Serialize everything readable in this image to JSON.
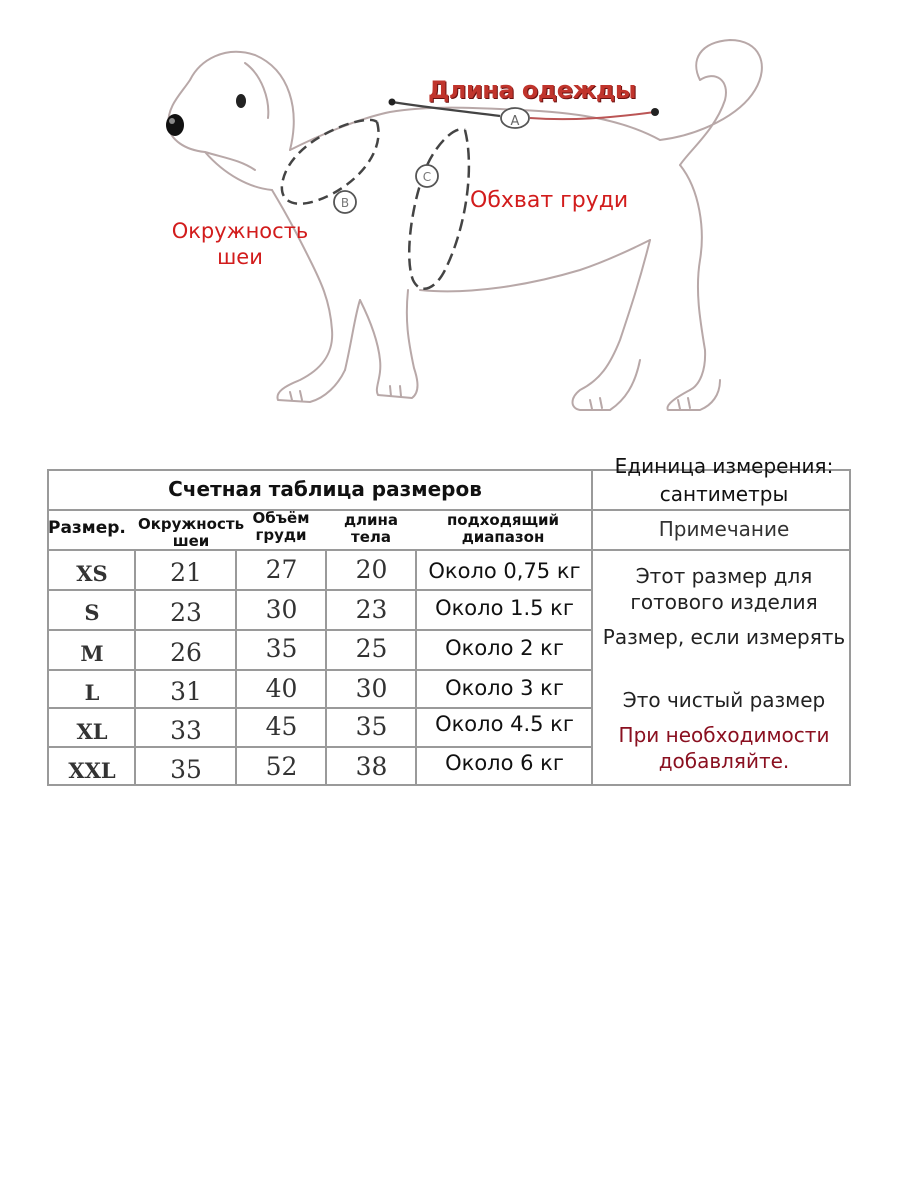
{
  "figure": {
    "labels": {
      "length": "Длина одежды",
      "chest": "Обхват груди",
      "neck": "Окружность шеи",
      "marker_a": "A",
      "marker_b": "B",
      "marker_c": "C"
    }
  },
  "table": {
    "title": "Счетная таблица размеров",
    "unit_label": "Единица измерения: сантиметры",
    "note_header": "Примечание",
    "headers": {
      "size": "Размер.",
      "neck": "Окружность шеи",
      "chest": "Объём груди",
      "body": "длина тела",
      "range": "подходящий диапазон"
    },
    "rows": [
      {
        "size": "XS",
        "neck": "21",
        "chest": "27",
        "body": "20",
        "range": "Около 0,75 кг"
      },
      {
        "size": "S",
        "neck": "23",
        "chest": "30",
        "body": "23",
        "range": "Около 1.5 кг"
      },
      {
        "size": "M",
        "neck": "26",
        "chest": "35",
        "body": "25",
        "range": "Около 2 кг"
      },
      {
        "size": "L",
        "neck": "31",
        "chest": "40",
        "body": "30",
        "range": "Около 3 кг"
      },
      {
        "size": "XL",
        "neck": "33",
        "chest": "45",
        "body": "35",
        "range": "Около 4.5 кг"
      },
      {
        "size": "XXL",
        "neck": "35",
        "chest": "52",
        "body": "38",
        "range": "Около 6 кг"
      }
    ],
    "notes": [
      "Этот размер для готового изделия",
      "Размер, если измерять",
      "Это чистый размер",
      "При необходимости добавляйте."
    ]
  },
  "colors": {
    "label_red": "#d21c1c",
    "note_red": "#8a1020",
    "line_gray": "#9a9a9a"
  }
}
